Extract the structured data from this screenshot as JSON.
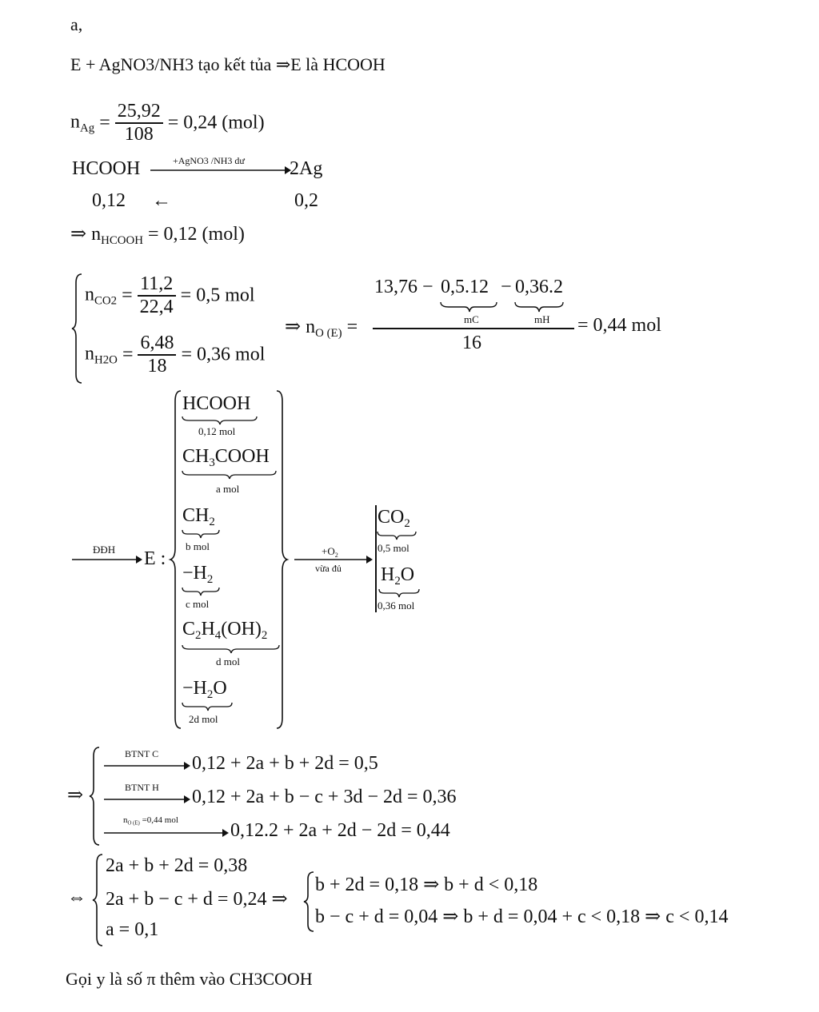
{
  "part_label": "a,",
  "line1": "E + AgNO3/NH3 tạo kết tủa ⇒E là HCOOH",
  "nag": {
    "lhs": "n",
    "lhs_sub": "Ag",
    "num": "25,92",
    "den": "108",
    "rhs": "= 0,24 (mol)"
  },
  "reaction": {
    "left": "HCOOH",
    "arrow_label": "+AgNO3 /NH3 dư",
    "right": "2Ag",
    "left_val": "0,12",
    "arrow_back": "←",
    "right_val": "0,2"
  },
  "nhcooh": {
    "prefix": "⇒",
    "lhs": "n",
    "lhs_sub": "HCOOH",
    "rhs": "= 0,12 (mol)"
  },
  "co2": {
    "lhs": "n",
    "lhs_sub": "CO2",
    "num": "11,2",
    "den": "22,4",
    "rhs": "= 0,5 mol"
  },
  "h2o": {
    "lhs": "n",
    "lhs_sub": "H2O",
    "num": "6,48",
    "den": "18",
    "rhs": "= 0,36 mol"
  },
  "no": {
    "prefix": "⇒",
    "lhs": "n",
    "lhs_sub": "O (E)",
    "num_a": "13,76 −",
    "num_b": "0,5.12",
    "num_b_label": "mC",
    "num_c": "−",
    "num_d": "0,36.2",
    "num_d_label": "mH",
    "den": "16",
    "rhs": "= 0,44 mol"
  },
  "ddh": {
    "arrow_label": "ĐĐH",
    "e_label": "E :",
    "items": [
      {
        "formula": "HCOOH",
        "amount": "0,12 mol"
      },
      {
        "formula": "CH3COOH",
        "amount": "a mol"
      },
      {
        "formula": "CH2",
        "amount": "b mol"
      },
      {
        "formula": "−H2",
        "amount": "c mol"
      },
      {
        "formula": "C2H4(OH)2",
        "amount": "d mol"
      },
      {
        "formula": "−H2O",
        "amount": "2d mol"
      }
    ],
    "o2_label": "+O2",
    "o2_sub": "vừa đủ",
    "products": [
      {
        "formula": "CO2",
        "amount": "0,5 mol"
      },
      {
        "formula": "H2O",
        "amount": "0,36 mol"
      }
    ]
  },
  "system1": {
    "prefix": "⇒",
    "rows": [
      {
        "arrow_label": "BTNT C",
        "eq": "0,12 + 2a + b + 2d = 0,5"
      },
      {
        "arrow_label": "BTNT H",
        "eq": "0,12 + 2a + b − c + 3d − 2d = 0,36"
      },
      {
        "arrow_label": "nO(E) =0,44 mol",
        "eq": "0,12.2 + 2a + 2d − 2d = 0,44"
      }
    ]
  },
  "system2": {
    "prefix": "⇔",
    "left": [
      "2a + b + 2d = 0,38",
      "2a + b − c + d = 0,24 ⇒",
      "a = 0,1"
    ],
    "right": [
      "b + 2d = 0,18 ⇒ b + d < 0,18",
      "b − c + d = 0,04 ⇒ b + d = 0,04 + c < 0,18 ⇒ c < 0,14"
    ]
  },
  "last_line": "Gọi y là số π thêm vào CH3COOH"
}
